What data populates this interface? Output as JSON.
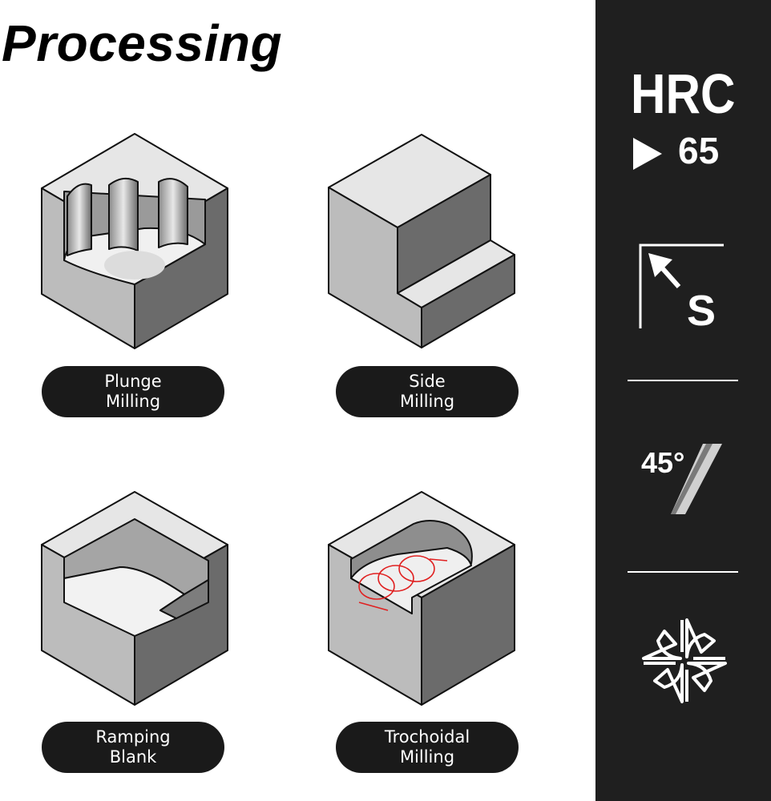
{
  "title": "Processing",
  "panels": [
    {
      "line1": "Plunge",
      "line2": "Milling",
      "icon": "plunge-milling-block"
    },
    {
      "line1": "Side",
      "line2": "Milling",
      "icon": "side-milling-block"
    },
    {
      "line1": "Ramping",
      "line2": "Blank",
      "icon": "ramping-blank-block"
    },
    {
      "line1": "Trochoidal",
      "line2": "Milling",
      "icon": "trochoidal-milling-block"
    }
  ],
  "sidebar": {
    "hrc_label": "HRC",
    "hrc_value": "65",
    "helix_label": "S",
    "angle_label": "45°",
    "flute_icon": "four-flute-icon"
  },
  "colors": {
    "sidebar_bg": "#1f1f1f",
    "pill_bg": "#1a1a1a",
    "block_top": "#e6e6e6",
    "block_left": "#bcbcbc",
    "block_right": "#6b6b6b",
    "trochoid": "#e02020"
  }
}
